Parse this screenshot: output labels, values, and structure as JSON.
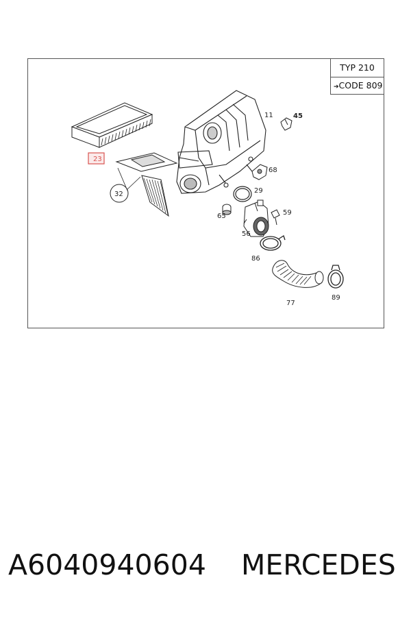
{
  "diagram": {
    "typ_label": "TYP 210",
    "code_label": "CODE 809",
    "callouts": {
      "p23": "23",
      "p32": "32",
      "p11": "11",
      "p45": "45",
      "p68": "68",
      "p29": "29",
      "p65": "65",
      "p59": "59",
      "p56": "56",
      "p86": "86",
      "p77": "77",
      "p89": "89"
    },
    "highlight_color": "#d9534f"
  },
  "footer": {
    "part_number": "A6040940604",
    "brand": "MERCEDES"
  }
}
